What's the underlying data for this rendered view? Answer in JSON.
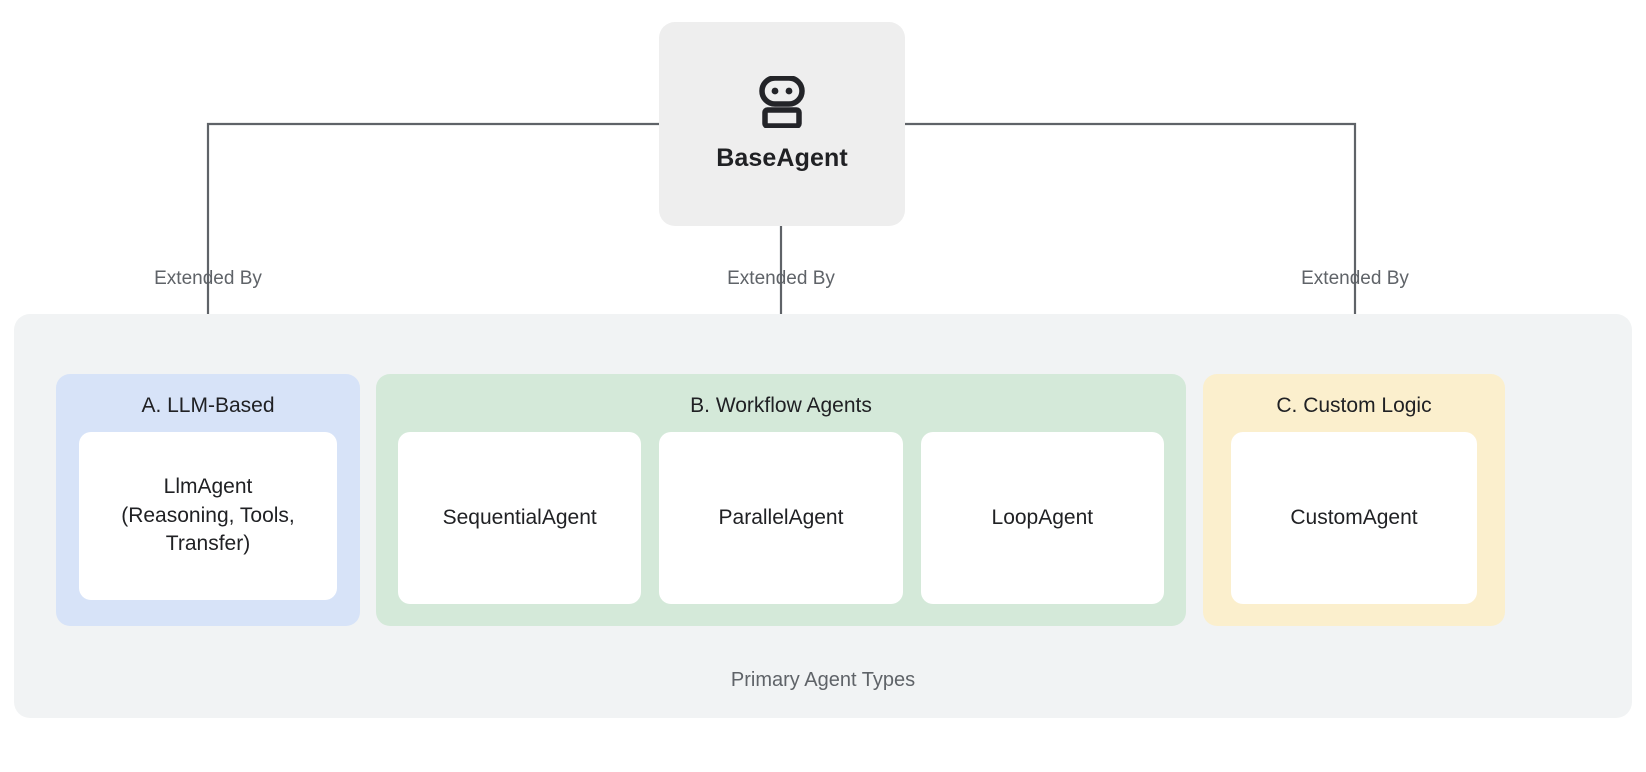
{
  "diagram": {
    "root": {
      "label": "BaseAgent",
      "icon": "robot-icon",
      "bg_color": "#eeeeee"
    },
    "edges": [
      {
        "label": "Extended By",
        "target": "A. LLM-Based"
      },
      {
        "label": "Extended By",
        "target": "B. Workflow Agents"
      },
      {
        "label": "Extended By",
        "target": "C. Custom Logic"
      }
    ],
    "group": {
      "caption": "Primary Agent Types",
      "bg_color": "#f1f3f4",
      "panels": [
        {
          "id": "llm-based",
          "title": "A. LLM-Based",
          "bg_color": "#d7e3f8",
          "cards": [
            {
              "label": "LlmAgent\n(Reasoning, Tools,\nTransfer)"
            }
          ]
        },
        {
          "id": "workflow-agents",
          "title": "B. Workflow Agents",
          "bg_color": "#d4e9d9",
          "cards": [
            {
              "label": "SequentialAgent"
            },
            {
              "label": "ParallelAgent"
            },
            {
              "label": "LoopAgent"
            }
          ]
        },
        {
          "id": "custom-logic",
          "title": "C. Custom Logic",
          "bg_color": "#fbefcd",
          "cards": [
            {
              "label": "CustomAgent"
            }
          ]
        }
      ]
    },
    "colors": {
      "connector": "#5f6368",
      "text_primary": "#202124",
      "text_secondary": "#5f6368"
    }
  }
}
